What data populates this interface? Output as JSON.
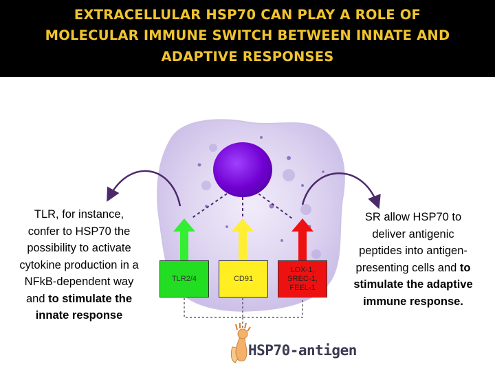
{
  "title": {
    "line1": "EXTRACELLULAR HSP70 CAN PLAY A ROLE OF",
    "line2": "MOLECULAR IMMUNE SWITCH BETWEEN INNATE AND",
    "line3": "ADAPTIVE RESPONSES"
  },
  "left_text": {
    "line1": "TLR, for instance,",
    "line2": "confer to HSP70 the",
    "line3": "possibility to activate",
    "line4": "cytokine production in a",
    "line5": "NFkB-dependent way",
    "line6_plain": "and ",
    "line6_bold": "to stimulate the",
    "line7_bold": "innate response"
  },
  "right_text": {
    "line1": "SR allow HSP70 to",
    "line2": "deliver antigenic",
    "line3": "peptides into antigen-",
    "line4_plain": "presenting cells and ",
    "line4_bold": "to",
    "line5_bold": "stimulate the adaptive",
    "line6_bold": "immune response."
  },
  "receptors": [
    {
      "label": "TLR2/4",
      "color": "#22dd22",
      "arrow_color": "#33ee33"
    },
    {
      "label": "CD91",
      "color": "#ffee22",
      "arrow_color": "#ffee33"
    },
    {
      "label_lines": [
        "LOX-1,",
        "SREC-1,",
        "FEEL-1"
      ],
      "color": "#ee1111",
      "arrow_color": "#ee1111"
    }
  ],
  "antigen_label": "HSP70-antigen",
  "colors": {
    "title_bg": "#000000",
    "title_text": "#f0c430",
    "arc_arrow": "#4b2a6b",
    "cell_body": "#d9cff0",
    "nucleus": "#7a00d9"
  }
}
